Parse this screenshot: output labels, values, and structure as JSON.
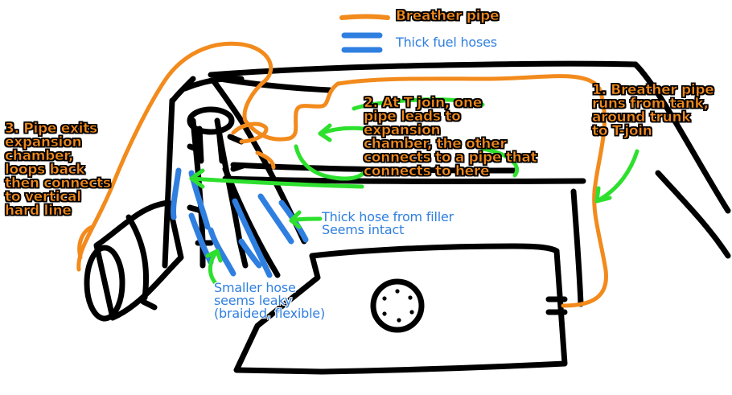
{
  "colors": {
    "outline": "#000000",
    "breather": "#f28a1c",
    "fuel": "#2f7fe0",
    "arrow": "#2ee02e",
    "white": "#ffffff"
  },
  "legend": {
    "breather_label": "Breather pipe",
    "fuel_label": "Thick fuel hoses"
  },
  "annotations": {
    "note1": [
      "1. Breather pipe",
      "runs from tank,",
      "around trunk",
      "to T-join"
    ],
    "note2": [
      "2. At T join, one",
      "pipe leads to",
      "expansion",
      "chamber, the other",
      "connects to a pipe that",
      "connects to here"
    ],
    "note3": [
      "3. Pipe exits",
      "expansion",
      "chamber,",
      "loops back",
      "then connects",
      "to vertical",
      "hard line"
    ],
    "filler_hose": [
      "Thick hose from filler",
      "Seems intact"
    ],
    "small_hose": [
      "Smaller hose",
      "seems leaky",
      "(braided, flexible)"
    ]
  }
}
